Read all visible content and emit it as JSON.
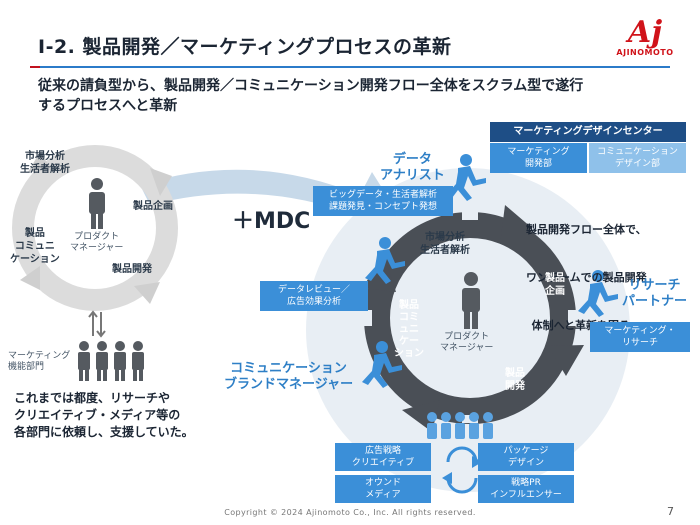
{
  "slide": {
    "title": "Ⅰ-2. 製品開発／マーケティングプロセスの革新",
    "subtitle_line1": "従来の請負型から、製品開発／コミュニケーション開発フロー全体をスクラム型で遂行",
    "subtitle_line2": "するプロセスへと革新",
    "logo_mark": "Aj",
    "logo_text": "AJINOMOTO"
  },
  "left_cycle": {
    "market": "市場分析\n生活者解析",
    "planning": "製品企画",
    "development": "製品開発",
    "communication": "製品\nコミュニ\nケーション",
    "center": "プロダクト\nマネージャー",
    "team": "マーケティング\n機能部門",
    "note_line1": "これまでは都度、リサーチや",
    "note_line2": "クリエイティブ・メディア等の",
    "note_line3": "各部門に依頼し、支援していた。"
  },
  "mdc_label": "＋MDC",
  "center_team": {
    "header": "マーケティングデザインセンター",
    "dept_dev": "マーケティング\n開発部",
    "dept_design": "コミュニケーション\nデザイン部",
    "description_line1": "製品開発フロー全体で、",
    "description_line2": "ワンチームでの製品開発",
    "description_line3": "体制へと革新を図る。"
  },
  "roles": {
    "data_analyst": "データ\nアナリスト",
    "data_analyst_box": "ビッグデータ・生活者解析\n課題発見・コンセプト発想",
    "data_review_box": "データレビュー／\n広告効果分析",
    "research_partner": "リサーチ\nパートナー",
    "research_box": "マーケティング・\nリサーチ",
    "comm_brand": "コミュニケーション\nブランドマネージャー"
  },
  "right_cycle": {
    "market": "市場分析\n生活者解析",
    "planning": "製品\n企画",
    "development": "製品\n開発",
    "communication": "製品\nコミ\nュニ\nケー\nション",
    "center": "プロダクト\nマネージャー"
  },
  "bottom_boxes": {
    "ad_strategy": "広告戦略\nクリエイティブ",
    "package": "パッケージ\nデザイン",
    "owned_media": "オウンド\nメディア",
    "pr": "戦略PR\nインフルエンサー"
  },
  "footer": {
    "copyright": "Copyright © 2024 Ajinomoto Co., Inc. All rights reserved.",
    "page": "7"
  },
  "colors": {
    "accent_blue": "#2e7fc6",
    "navy": "#1e4e86",
    "brand_red": "#d0131a",
    "cycle_dark": "#4a4f56"
  }
}
